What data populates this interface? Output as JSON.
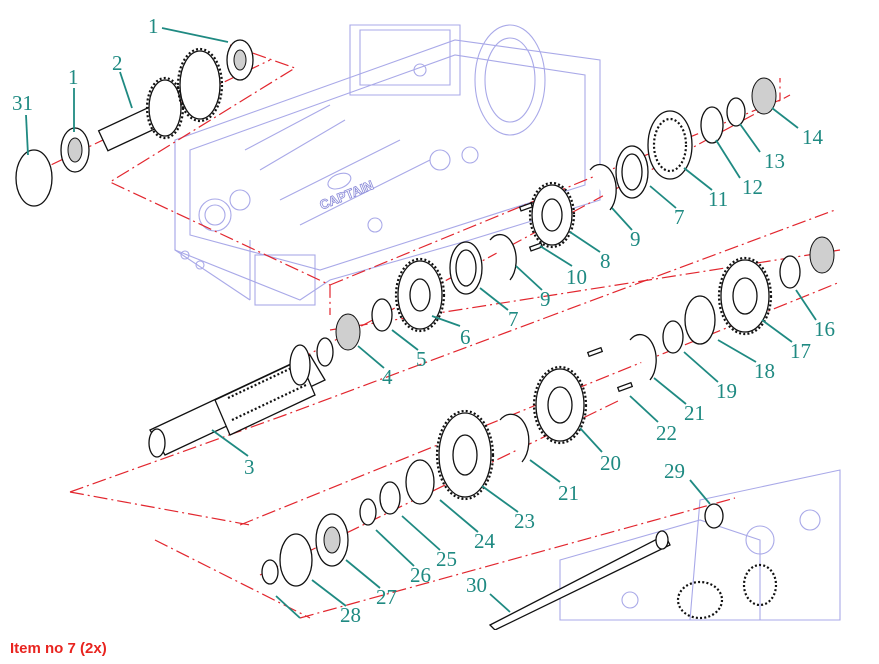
{
  "diagram": {
    "brand_logo": "CAPTAIN",
    "callouts": [
      {
        "label": "1"
      },
      {
        "label": "31"
      },
      {
        "label": "1"
      },
      {
        "label": "2"
      },
      {
        "label": "14"
      },
      {
        "label": "13"
      },
      {
        "label": "12"
      },
      {
        "label": "11"
      },
      {
        "label": "7"
      },
      {
        "label": "9"
      },
      {
        "label": "8"
      },
      {
        "label": "10"
      },
      {
        "label": "9"
      },
      {
        "label": "7"
      },
      {
        "label": "6"
      },
      {
        "label": "5"
      },
      {
        "label": "4"
      },
      {
        "label": "3"
      },
      {
        "label": "16"
      },
      {
        "label": "17"
      },
      {
        "label": "18"
      },
      {
        "label": "19"
      },
      {
        "label": "21"
      },
      {
        "label": "22"
      },
      {
        "label": "20"
      },
      {
        "label": "21"
      },
      {
        "label": "23"
      },
      {
        "label": "24"
      },
      {
        "label": "25"
      },
      {
        "label": "26"
      },
      {
        "label": "27"
      },
      {
        "label": "28"
      },
      {
        "label": "29"
      },
      {
        "label": "30"
      }
    ]
  },
  "caption": {
    "text": "Item no 7 (2x)",
    "color": "#e8241f"
  },
  "colors": {
    "callout": "#1f8a82",
    "axis": "#e2262e",
    "housing": "#a9a9e8"
  }
}
